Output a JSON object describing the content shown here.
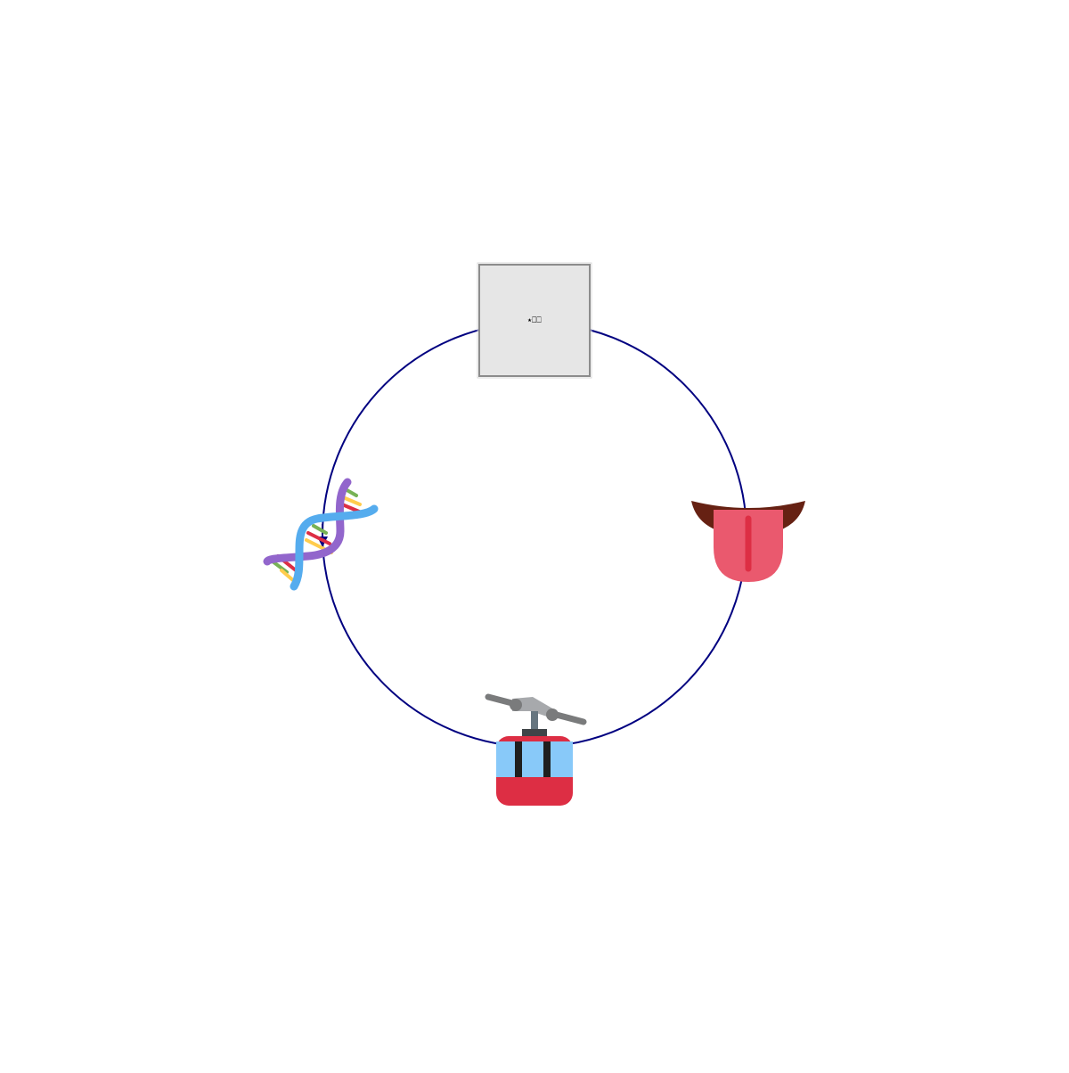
{
  "diagram": {
    "cycle_color": "#000080",
    "nodes": [
      {
        "id": "top",
        "kind": "placeholder-box",
        "label": "⭑⎕⎕"
      },
      {
        "id": "right",
        "kind": "icon",
        "icon": "tongue-icon"
      },
      {
        "id": "bottom",
        "kind": "icon",
        "icon": "aerial-tramway-icon"
      },
      {
        "id": "left",
        "kind": "icon",
        "icon": "dna-icon"
      }
    ]
  }
}
